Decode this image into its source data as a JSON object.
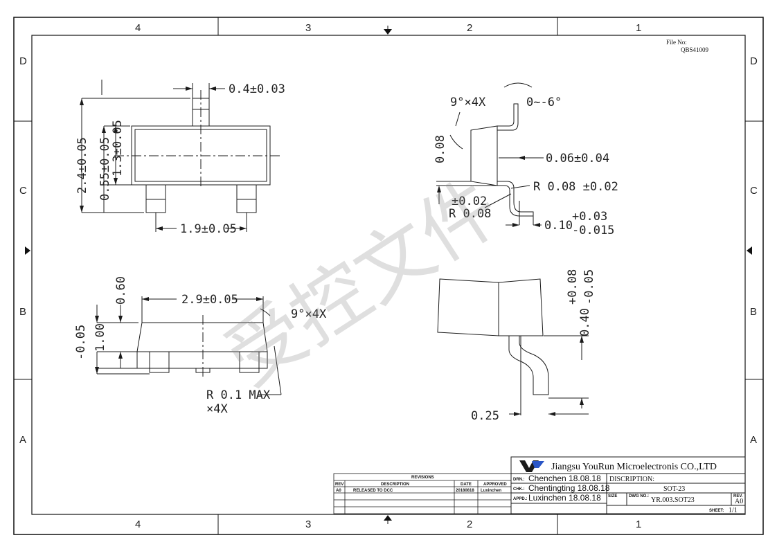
{
  "sheet": {
    "file_no_label": "File No:",
    "file_no": "QBS41009",
    "zones_top": [
      "4",
      "3",
      "2",
      "1"
    ],
    "zones_bottom": [
      "4",
      "3",
      "2",
      "1"
    ],
    "rows_left": [
      "D",
      "C",
      "B",
      "A"
    ],
    "rows_right": [
      "D",
      "C",
      "B",
      "A"
    ]
  },
  "watermark": "受控文件",
  "views": {
    "top_view": {
      "lead_width": "0.4±0.03",
      "overall_height": "2.4±0.05",
      "lead_length": "0.55±0.05",
      "body_width": "1.3±0.05",
      "pitch": "1.9±0.05"
    },
    "side_view": {
      "lead_height": "0.60",
      "body_length": "2.9±0.05",
      "draft_angle": "9°×4X",
      "standoff": "-0.05",
      "body_height": "1.00",
      "radius": "R 0.1 MAX",
      "radius_count": "×4X"
    },
    "end_view": {
      "draft_angle": "9°×4X",
      "lead_angle": "0~-6°",
      "height": "0.08",
      "lead_thickness": "0.06±0.04",
      "radius_top": "R 0.08 ±0.02",
      "tol": "±0.02",
      "radius_bottom": "R 0.08",
      "foot": "0.10",
      "foot_tol_plus": "+0.03",
      "foot_tol_minus": "-0.015"
    },
    "detail_view": {
      "height": "0.40",
      "tol_plus": "+0.08",
      "tol_minus": "-0.05",
      "foot": "0.25"
    }
  },
  "revisions": {
    "title": "REVISIONS",
    "headers": [
      "REV",
      "DESCRIPTION",
      "DATE",
      "APPROVED"
    ],
    "rows": [
      [
        "A0",
        "RELEASED TO DCC",
        "20180818",
        "Luxinchen"
      ]
    ]
  },
  "title_block": {
    "company": "Jiangsu YouRun Microelectronis CO.,LTD",
    "drawn_label": "DRN.:",
    "drawn": "Chenchen 18.08.18",
    "checked_label": "CHK.:",
    "checked": "Chentingting 18.08.18",
    "approved_label": "APPD.:",
    "approved": "Luxinchen 18.08.18",
    "description_label": "DISCRIPTION:",
    "description": "SOT-23",
    "size_label": "SIZE",
    "dwg_label": "DWG NO.:",
    "dwg_no": "YR.003.SOT23",
    "rev_label": "REV.",
    "rev": "A0",
    "sheet_label": "SHEET:",
    "sheet": "1/1"
  },
  "colors": {
    "line": "#1a1a1a",
    "watermark": "#8c8c8c"
  }
}
